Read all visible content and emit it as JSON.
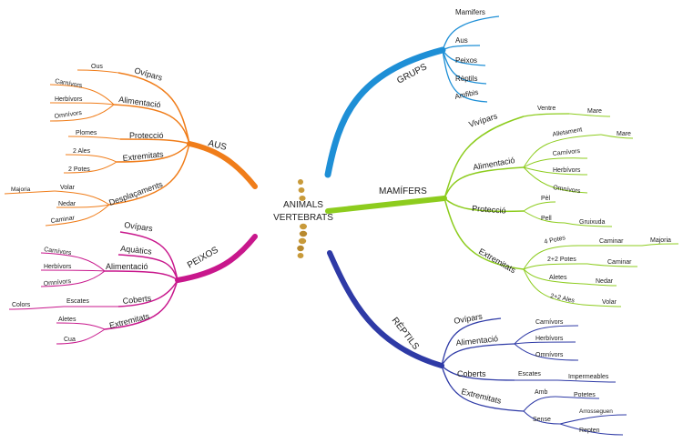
{
  "center": {
    "line1": "ANIMALS",
    "line2": "VERTEBRATS",
    "icon": "spine-icon"
  },
  "colors": {
    "grups": "#1e8fd6",
    "mamifers": "#8dcc1e",
    "reptils": "#2e3aa6",
    "aus": "#f07d1a",
    "peixos": "#c8178c"
  },
  "grups": {
    "title": "GRUPS",
    "items": [
      "Mamifers",
      "Aus",
      "Peixos",
      "Rèptils",
      "Amfibis"
    ]
  },
  "mamifers": {
    "title": "MAMÍFERS",
    "vivipars": "Vivípars",
    "ventre": "Ventre",
    "mare1": "Mare",
    "alimentacio": "Alimentació",
    "alletament": "Alletament",
    "mare2": "Mare",
    "carnivors": "Carnívors",
    "herbivors": "Herbívors",
    "omnivors": "Omnívors",
    "proteccio": "Protecció",
    "pel": "Pèl",
    "pell": "Pell",
    "gruixuda": "Gruixuda",
    "extremitats": "Extremitats",
    "potes4": "4 Potes",
    "caminar1": "Caminar",
    "majoria": "Majoria",
    "potes22": "2+2 Potes",
    "caminar2": "Caminar",
    "aletes": "Aletes",
    "nedar": "Nedar",
    "ales22": "2+2 Ales",
    "volar": "Volar"
  },
  "reptils": {
    "title": "RÈPTILS",
    "ovipars": "Ovípars",
    "alimentacio": "Alimentació",
    "carnivors": "Carnívors",
    "herbivors": "Herbívors",
    "omnivors": "Omnívors",
    "coberts": "Coberts",
    "escates": "Escates",
    "impermeables": "Impermeables",
    "extremitats": "Extremitats",
    "amb": "Amb",
    "potetes": "Potetes",
    "sense": "Sense",
    "arrosseguen": "Arrosseguen",
    "repten": "Repten"
  },
  "aus": {
    "title": "AUS",
    "ovipars": "Ovípars",
    "ous": "Ous",
    "alimentacio": "Alimentació",
    "carnivors": "Carnívors",
    "herbivors": "Herbívors",
    "omnivors": "Omnívors",
    "proteccio": "Protecció",
    "plomes": "Plomes",
    "extremitats": "Extremitats",
    "ales2": "2 Ales",
    "potes2": "2 Potes",
    "desplacaments": "Desplaçaments",
    "volar": "Volar",
    "majoria": "Majoria",
    "nedar": "Nedar",
    "caminar": "Caminar"
  },
  "peixos": {
    "title": "PEIXOS",
    "ovipars": "Ovípars",
    "aquatics": "Aquàtics",
    "alimentacio": "Alimentació",
    "carnivors": "Carnívors",
    "herbivors": "Herbívors",
    "omnivors": "Omnívors",
    "coberts": "Coberts",
    "escates": "Escates",
    "colors": "Colors",
    "extremitats": "Extremitats",
    "aletes": "Aletes",
    "cua": "Cua"
  }
}
